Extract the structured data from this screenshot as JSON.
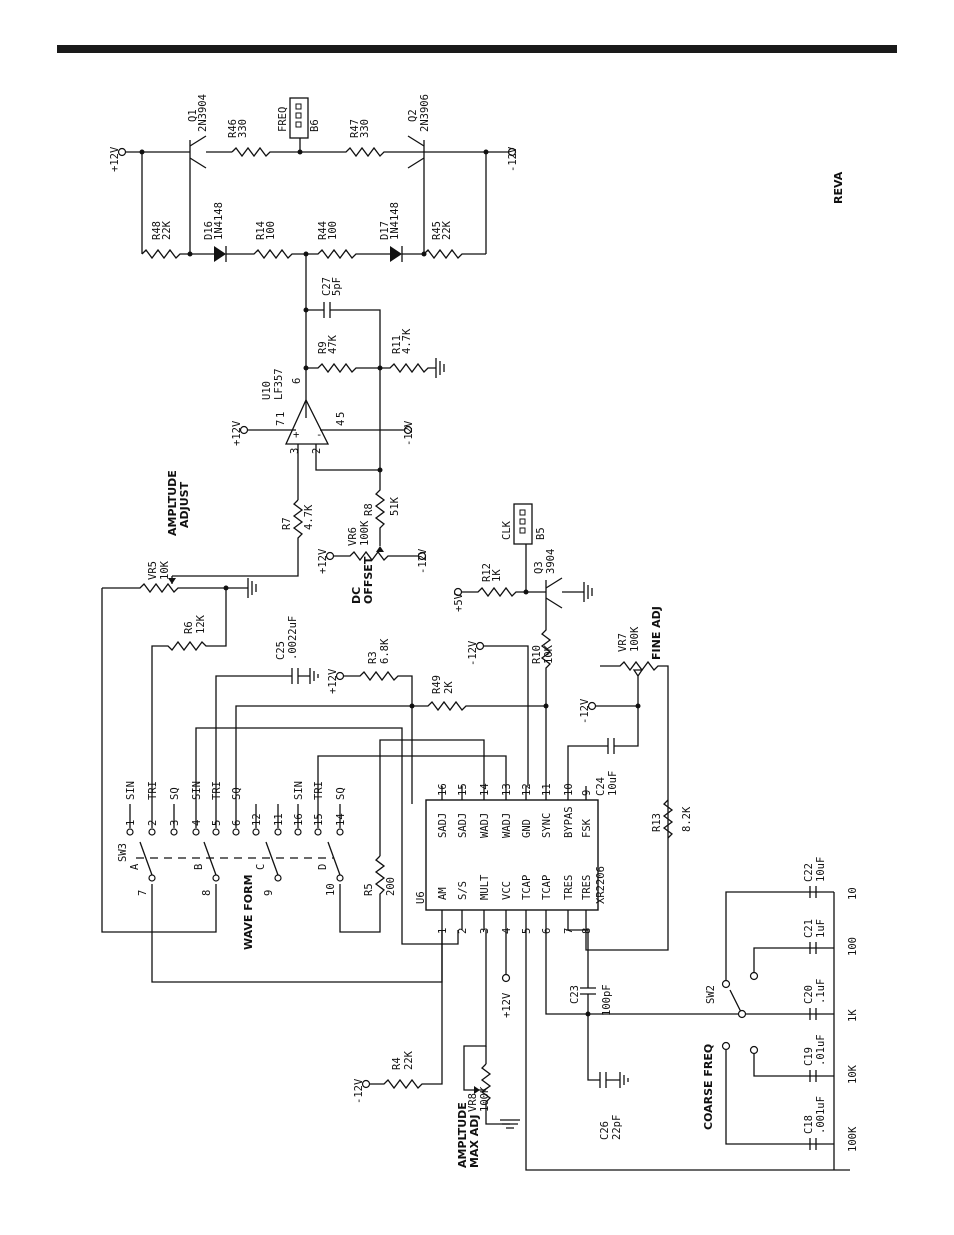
{
  "revision": "REVA",
  "power": {
    "pos12": "+12V",
    "neg12": "-12V",
    "pos5": "+5V"
  },
  "power_labels": {
    "a": "+12V",
    "b": "-12V",
    "c": "+12V",
    "d": "-12V",
    "e": "+12V",
    "f": "-12V",
    "g": "+5V",
    "h": "-12V",
    "i": "+12V",
    "j": "-12V",
    "k": "+12V",
    "l": "-12V"
  },
  "headers": {
    "freq": "FREQ",
    "b6": "B6",
    "clk": "CLK",
    "b5": "B5"
  },
  "transistors": {
    "q1": {
      "ref": "Q1",
      "part": "2N3904"
    },
    "q2": {
      "ref": "Q2",
      "part": "2N3906"
    },
    "q3": {
      "ref": "Q3",
      "part": "3904"
    }
  },
  "diodes": {
    "d16": {
      "ref": "D16",
      "part": "1N4148"
    },
    "d17": {
      "ref": "D17",
      "part": "1N4148"
    }
  },
  "resistors": {
    "r46": {
      "ref": "R46",
      "val": "330"
    },
    "r47": {
      "ref": "R47",
      "val": "330"
    },
    "r48": {
      "ref": "R48",
      "val": "22K"
    },
    "r14": {
      "ref": "R14",
      "val": "100"
    },
    "r44": {
      "ref": "R44",
      "val": "100"
    },
    "r45": {
      "ref": "R45",
      "val": "22K"
    },
    "r9": {
      "ref": "R9",
      "val": "47K"
    },
    "r11": {
      "ref": "R11",
      "val": "4.7K"
    },
    "r7": {
      "ref": "R7",
      "val": "4.7K"
    },
    "r8": {
      "ref": "R8",
      "val": "51K"
    },
    "r6": {
      "ref": "R6",
      "val": "12K"
    },
    "r3": {
      "ref": "R3",
      "val": "6.8K"
    },
    "r49": {
      "ref": "R49",
      "val": "2K"
    },
    "r12": {
      "ref": "R12",
      "val": "1K"
    },
    "r10": {
      "ref": "R10",
      "val": "10K"
    },
    "r13": {
      "ref": "R13",
      "val": "8.2K"
    },
    "r5": {
      "ref": "R5",
      "val": "200"
    },
    "r4": {
      "ref": "R4",
      "val": "22K"
    }
  },
  "capacitors": {
    "c27": {
      "ref": "C27",
      "val": "5pF"
    },
    "c25": {
      "ref": "C25",
      "val": ".0022uF"
    },
    "c24": {
      "ref": "C24",
      "val": "10uF"
    },
    "c23": {
      "ref": "C23",
      "val": "100pF"
    },
    "c26": {
      "ref": "C26",
      "val": "22pF"
    },
    "c22": {
      "ref": "C22",
      "val": "10uF"
    },
    "c21": {
      "ref": "C21",
      "val": "1uF"
    },
    "c20": {
      "ref": "C20",
      "val": ".1uF"
    },
    "c19": {
      "ref": "C19",
      "val": ".01uF"
    },
    "c18": {
      "ref": "C18",
      "val": ".001uF"
    }
  },
  "pots": {
    "vr5": {
      "ref": "VR5",
      "val": "10K",
      "caption1": "AMPLTUDE",
      "caption2": "ADJUST"
    },
    "vr6": {
      "ref": "VR6",
      "val": "100K",
      "caption1": "DC",
      "caption2": "OFFSET"
    },
    "vr7": {
      "ref": "VR7",
      "val": "100K",
      "caption": "FINE ADJ"
    },
    "vr8": {
      "ref": "VR8",
      "val": "100K",
      "caption1": "AMPLTUDE",
      "caption2": "MAX ADJ"
    }
  },
  "opamp": {
    "ref": "U10",
    "part": "LF357",
    "pins": {
      "p7": "7",
      "p1": "1",
      "p4": "4",
      "p5": "5",
      "p6": "6",
      "p3": "3",
      "p2": "2",
      "plus": "+",
      "minus": "-"
    }
  },
  "ic": {
    "ref": "U6",
    "part": "XR2206",
    "top_pins": [
      {
        "num": "16",
        "name": "SADJ"
      },
      {
        "num": "15",
        "name": "SADJ"
      },
      {
        "num": "14",
        "name": "WADJ"
      },
      {
        "num": "13",
        "name": "WADJ"
      },
      {
        "num": "12",
        "name": "GND"
      },
      {
        "num": "11",
        "name": "SYNC"
      },
      {
        "num": "10",
        "name": "BYPAS"
      },
      {
        "num": "9",
        "name": "FSK"
      }
    ],
    "bottom_pins": [
      {
        "num": "1",
        "name": "AM"
      },
      {
        "num": "2",
        "name": "S/S"
      },
      {
        "num": "3",
        "name": "MULT"
      },
      {
        "num": "4",
        "name": "VCC"
      },
      {
        "num": "5",
        "name": "TCAP"
      },
      {
        "num": "6",
        "name": "TCAP"
      },
      {
        "num": "7",
        "name": "TRES"
      },
      {
        "num": "8",
        "name": "TRES"
      }
    ]
  },
  "switch_sw3": {
    "ref": "SW3",
    "caption": "WAVE FORM",
    "contacts": [
      {
        "num": "1",
        "label": "SIN"
      },
      {
        "num": "2",
        "label": "TRI"
      },
      {
        "num": "3",
        "label": "SQ"
      },
      {
        "num": "4",
        "label": "SIN"
      },
      {
        "num": "5",
        "label": "TRI"
      },
      {
        "num": "6",
        "label": "SQ"
      },
      {
        "num": "12",
        "label": ""
      },
      {
        "num": "11",
        "label": ""
      },
      {
        "num": "16",
        "label": "SIN"
      },
      {
        "num": "15",
        "label": "TRI"
      },
      {
        "num": "14",
        "label": "SQ"
      }
    ],
    "commons": [
      {
        "num": "7",
        "deck": "A"
      },
      {
        "num": "8",
        "deck": "B"
      },
      {
        "num": "9",
        "deck": "C"
      },
      {
        "num": "10",
        "deck": "D"
      }
    ]
  },
  "switch_sw2": {
    "ref": "SW2",
    "caption": "COARSE FREQ",
    "ranges": [
      "10",
      "100",
      "1K",
      "10K",
      "100K"
    ]
  }
}
